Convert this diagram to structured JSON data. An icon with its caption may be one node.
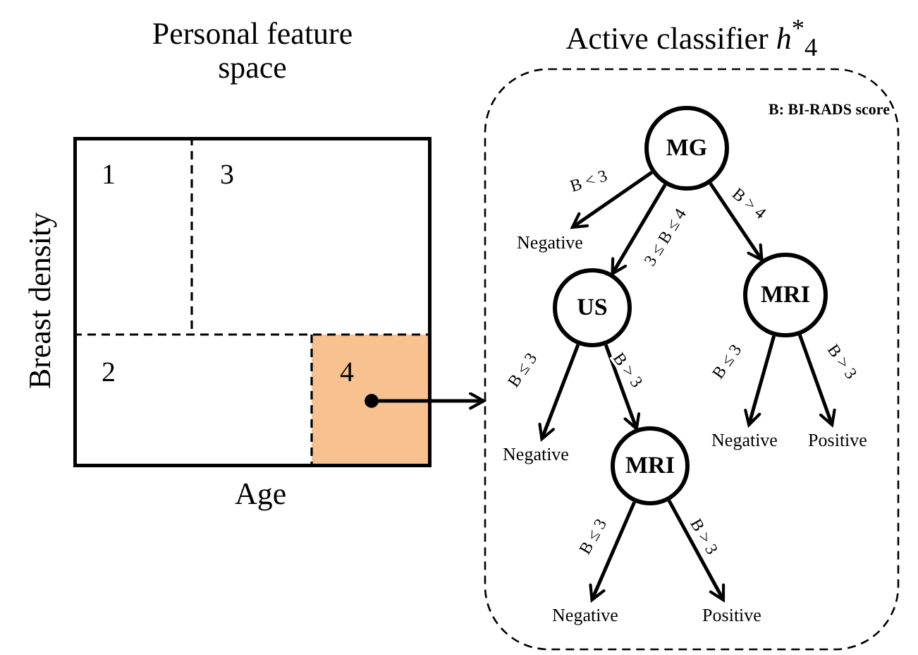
{
  "diagram": {
    "nodes": [
      {
        "text": [
          "Personal feature space"
        ]
      },
      {
        "text": [
          "1"
        ],
        "in": 0
      },
      {
        "text": [
          "3"
        ],
        "in": 0
      },
      {
        "text": [
          "2"
        ],
        "in": 0
      },
      {
        "text": [
          "4"
        ],
        "in": 0
      },
      {
        "text": [
          "Active classifier *h*$^{*}$$_{4}$"
        ]
      },
      {
        "text": [
          "MG"
        ],
        "in": 5
      },
      {
        "text": [
          "Negative"
        ],
        "in": 5
      },
      {
        "text": [
          "US"
        ],
        "in": 5
      },
      {
        "text": [
          "MRI"
        ],
        "in": 5
      },
      {
        "text": [
          "Negative"
        ],
        "in": 5
      },
      {
        "text": [
          "MRI"
        ],
        "in": 5
      },
      {
        "text": [
          "Negative"
        ],
        "in": 5
      },
      {
        "text": [
          "Positive"
        ],
        "in": 5
      },
      {
        "text": [
          "Negative"
        ],
        "in": 5
      },
      {
        "text": [
          "Positive"
        ],
        "in": 5
      }
    ],
    "edges": [
      {
        "from": 4,
        "to": 5,
        "arrow": "to"
      },
      {
        "from": 6,
        "to": 7,
        "arrow": "to",
        "label": "B < 3"
      },
      {
        "from": 6,
        "to": 8,
        "arrow": "to",
        "label": "3 ≤ B ≤ 4"
      },
      {
        "from": 6,
        "to": 9,
        "arrow": "to",
        "label": "B > 4"
      },
      {
        "from": 8,
        "to": 10,
        "arrow": "to",
        "label": "B ≤ 3"
      },
      {
        "from": 8,
        "to": 11,
        "arrow": "to",
        "label": "B > 3"
      },
      {
        "from": 9,
        "to": 12,
        "arrow": "to",
        "label": "B ≤ 3"
      },
      {
        "from": 9,
        "to": 13,
        "arrow": "to",
        "label": "B > 3"
      },
      {
        "from": 11,
        "to": 14,
        "arrow": "to",
        "label": "B ≤ 3"
      },
      {
        "from": 11,
        "to": 15,
        "arrow": "to",
        "label": "B > 3"
      }
    ],
    "labels": [
      "Breast density",
      "Age",
      "B: BI-RADS score"
    ]
  }
}
